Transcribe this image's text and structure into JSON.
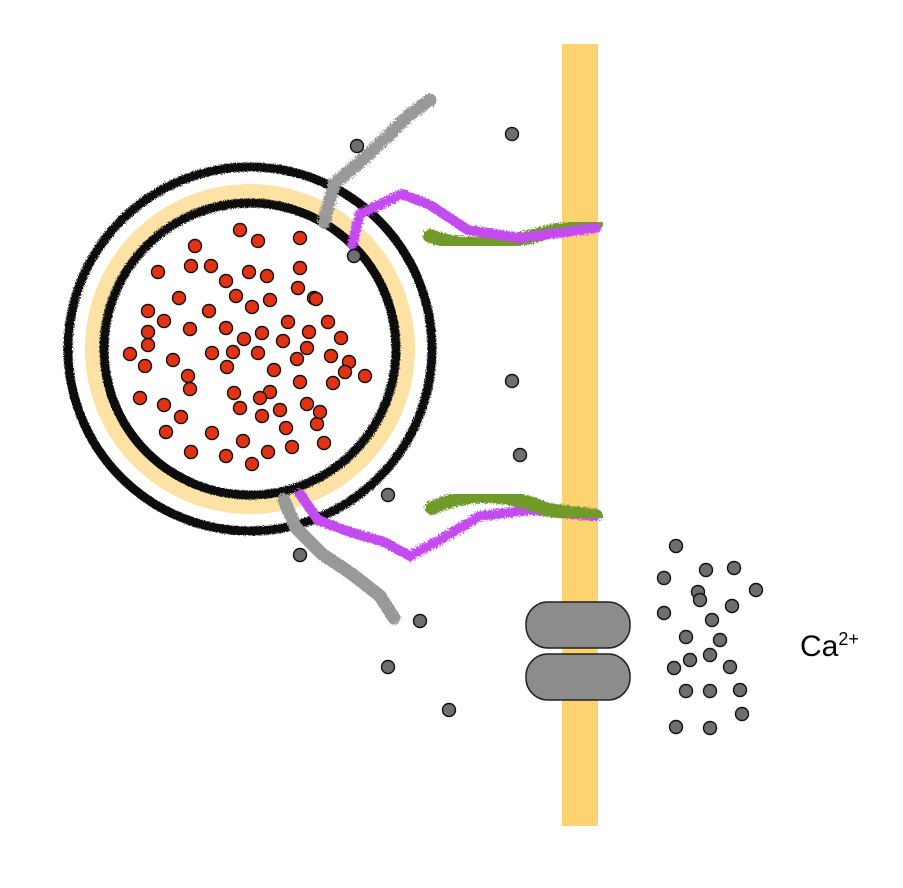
{
  "ion_label": {
    "base": "Ca",
    "superscript": "2+"
  },
  "colors": {
    "membrane_fill": "#fcd36f",
    "vesicle_lumen_band": "#fde2a6",
    "membrane_edge": "#111111",
    "neurotransmitter": "#e23214",
    "calcium_ion": "#6e6e6e",
    "channel": "#8c8c8c",
    "synaptobrevin": "#999999",
    "syntaxin": "#c44cf0",
    "snap25": "#6f9a2c"
  },
  "counts": {
    "neurotransmitter_molecules": 72,
    "calcium_ions_inside": 10,
    "calcium_ions_outside": 22
  }
}
